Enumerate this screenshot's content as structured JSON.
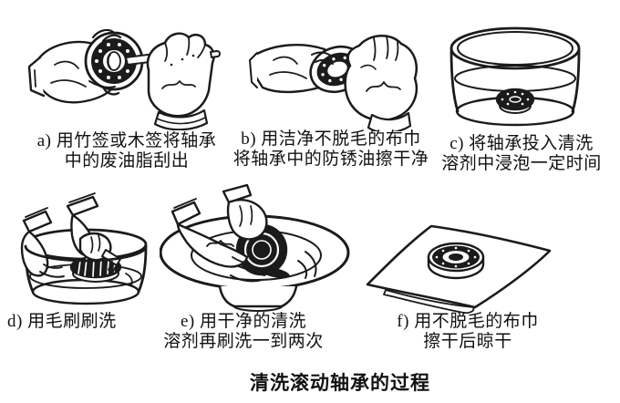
{
  "colors": {
    "ink": "#1b1b1b",
    "paper": "#ffffff"
  },
  "figure": {
    "title": "清洗滚动轴承的过程",
    "steps": [
      {
        "label": "a",
        "line1": "a) 用竹签或木签将轴承",
        "line2": "中的废油脂刮出",
        "illustration": "two-hands-scraping-old-grease-out-of-bearing-with-stick"
      },
      {
        "label": "b",
        "line1": "b) 用洁净不脱毛的布巾",
        "line2": "将轴承中的防锈油擦干净",
        "illustration": "hands-wiping-anti-rust-oil-from-bearing-with-lint-free-cloth"
      },
      {
        "label": "c",
        "line1": "c) 将轴承投入清洗",
        "line2": "溶剂中浸泡一定时间",
        "illustration": "bearing-soaking-in-container-of-cleaning-solvent"
      },
      {
        "label": "d",
        "line1": "d) 用毛刷刷洗",
        "line2": "",
        "illustration": "hands-scrubbing-bearing-with-brush-in-basin"
      },
      {
        "label": "e",
        "line1": "e) 用干净的清洗",
        "line2": "溶剂再刷洗一到两次",
        "illustration": "hands-rebrushing-bearing-in-dish-of-clean-solvent"
      },
      {
        "label": "f",
        "line1": "f) 用不脱毛的布巾",
        "line2": "擦干后晾干",
        "illustration": "bearing-air-drying-on-lint-free-cloth"
      }
    ]
  }
}
